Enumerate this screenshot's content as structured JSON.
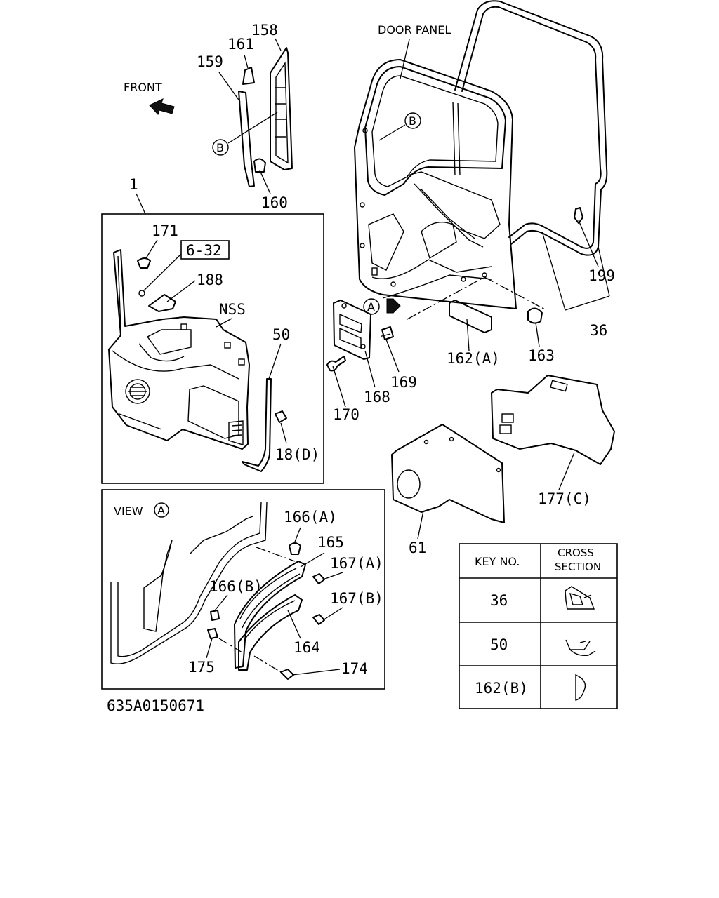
{
  "labels": {
    "door_panel": "DOOR PANEL",
    "front": "FRONT",
    "view": "VIEW",
    "callout_a": "A",
    "callout_b": "B",
    "ref_box": "6-32",
    "nss": "NSS",
    "drawing_number": "635A0150671"
  },
  "parts": {
    "p1": "1",
    "p18d": "18(D)",
    "p36": "36",
    "p50": "50",
    "p61": "61",
    "p158": "158",
    "p159": "159",
    "p160": "160",
    "p161": "161",
    "p162a": "162(A)",
    "p163": "163",
    "p164": "164",
    "p165": "165",
    "p166a": "166(A)",
    "p166b": "166(B)",
    "p167a": "167(A)",
    "p167b": "167(B)",
    "p168": "168",
    "p169": "169",
    "p170": "170",
    "p171": "171",
    "p174": "174",
    "p175": "175",
    "p177c": "177(C)",
    "p188": "188",
    "p199": "199"
  },
  "table": {
    "headers": [
      "KEY NO.",
      "CROSS SECTION"
    ],
    "rows": [
      {
        "key": "36",
        "section_icon": "seal-profile-36-icon"
      },
      {
        "key": "50",
        "section_icon": "seal-profile-50-icon"
      },
      {
        "key": "162(B)",
        "section_icon": "seal-profile-162b-icon"
      }
    ]
  }
}
